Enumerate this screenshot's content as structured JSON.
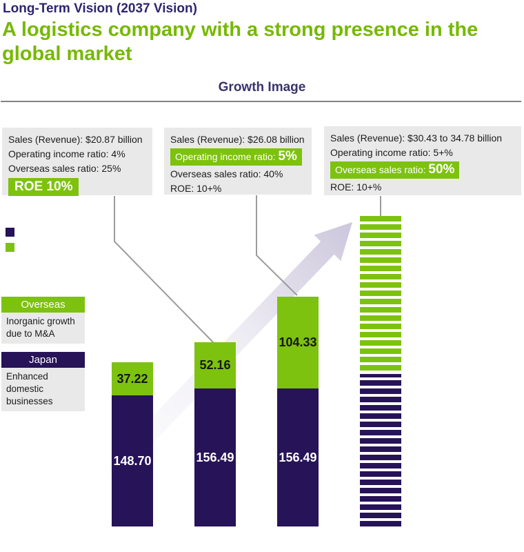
{
  "page": {
    "eyebrow": "Long-Term Vision (2037 Vision)",
    "title": "A logistics company with a strong presence in the global market",
    "section_label": "Growth Image"
  },
  "callouts": {
    "box1": {
      "line1": "Sales (Revenue): $20.87 billion",
      "line2": "Operating income ratio: 4%",
      "line3": "Overseas sales ratio: 25%",
      "badge": "ROE 10%"
    },
    "box2": {
      "line1": "Sales (Revenue): $26.08 billion",
      "badge_label": "Operating income ratio: ",
      "badge_value": "5%",
      "line3": "Overseas sales ratio: 40%",
      "line4": "ROE: 10+%"
    },
    "box3": {
      "line1": "Sales (Revenue): $30.43 to 34.78 billion",
      "line2": "Operating income ratio: 5+%",
      "badge_label": "Overseas sales ratio: ",
      "badge_value": "50%",
      "line4": "ROE: 10+%"
    }
  },
  "legend": {
    "overseas": {
      "title": "Overseas",
      "desc": "Inorganic growth due to M&A"
    },
    "japan": {
      "title": "Japan",
      "desc": "Enhanced domestic businesses"
    }
  },
  "colors": {
    "green": "#7dc20e",
    "navy": "#261358",
    "heading_navy": "#2d256e",
    "title_green": "#76b900",
    "box_gray": "#e9e9e9",
    "connector_gray": "#9b9b9b",
    "arrow_light": "#ccc7dc"
  },
  "chart_data": {
    "type": "bar",
    "stacked": true,
    "title": "Growth Image",
    "bars_have_axis_labels": false,
    "grid": false,
    "series": [
      {
        "name": "Overseas",
        "color": "#7dc20e",
        "values": [
          37.22,
          52.16,
          104.33
        ],
        "labels": [
          "37.22",
          "52.16",
          "104.33"
        ]
      },
      {
        "name": "Japan",
        "color": "#261358",
        "values": [
          148.7,
          156.49,
          156.49
        ],
        "labels": [
          "148.70",
          "156.49",
          "156.49"
        ]
      }
    ],
    "vision_bar": {
      "style": "horizontal-stripes",
      "segments": [
        "Overseas",
        "Japan"
      ],
      "printed_values": null
    },
    "legend_entries": [
      "Overseas — Inorganic growth due to M&A",
      "Japan — Enhanced domestic businesses"
    ]
  }
}
